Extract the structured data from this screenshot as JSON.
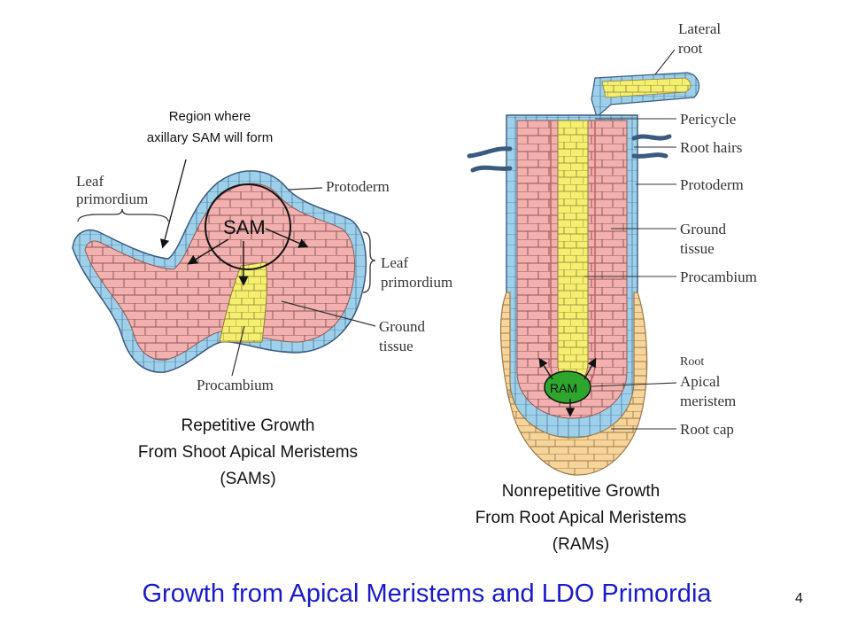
{
  "title": "Growth from Apical Meristems and LDO Primordia",
  "page_number": "4",
  "colors": {
    "title": "#1a1ac8",
    "cell_fill": "#f2b0ae",
    "cell_wall": "#8a5a5a",
    "epidermis": "#9fd0ea",
    "procambium": "#f4ef6e",
    "root_cap": "#f7d49a",
    "meristem": "#2ea62e"
  },
  "shoot": {
    "region_note_line1": "Region where",
    "region_note_line2": "axillary SAM will form",
    "leaf_primordium_left_line1": "Leaf",
    "leaf_primordium_left_line2": "primordium",
    "protoderm": "Protoderm",
    "leaf_primordium_right_line1": "Leaf",
    "leaf_primordium_right_line2": "primordium",
    "ground_tissue_line1": "Ground",
    "ground_tissue_line2": "tissue",
    "procambium": "Procambium",
    "meristem_label": "SAM",
    "caption_line1": "Repetitive Growth",
    "caption_line2": "From Shoot Apical Meristems",
    "caption_line3": "(SAMs)"
  },
  "root": {
    "lateral_root_line1": "Lateral",
    "lateral_root_line2": "root",
    "pericycle": "Pericycle",
    "root_hairs": "Root hairs",
    "protoderm": "Protoderm",
    "ground_tissue_line1": "Ground",
    "ground_tissue_line2": "tissue",
    "procambium": "Procambium",
    "ram_line1": "Root",
    "ram_line2": "Apical",
    "ram_line3": "meristem",
    "root_cap": "Root cap",
    "meristem_label": "RAM",
    "caption_line1": "Nonrepetitive Growth",
    "caption_line2": "From Root Apical Meristems",
    "caption_line3": "(RAMs)"
  }
}
